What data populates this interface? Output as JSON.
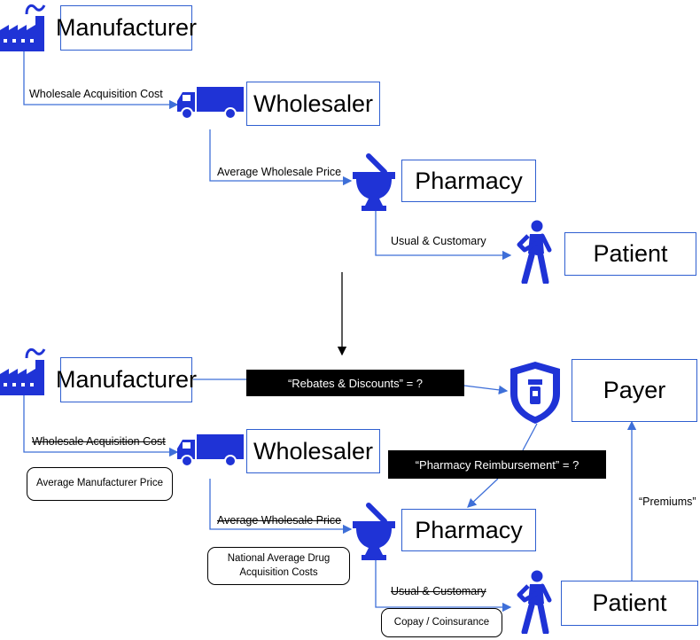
{
  "top": {
    "manufacturer": "Manufacturer",
    "wholesaler": "Wholesaler",
    "pharmacy": "Pharmacy",
    "patient": "Patient",
    "wac": "Wholesale Acquisition Cost",
    "awp": "Average Wholesale Price",
    "uc": "Usual & Customary"
  },
  "bottom": {
    "manufacturer": "Manufacturer",
    "wholesaler": "Wholesaler",
    "pharmacy": "Pharmacy",
    "patient": "Patient",
    "payer": "Payer",
    "wac": "Wholesale Acquisition Cost",
    "awp": "Average Wholesale Price",
    "uc": "Usual & Customary",
    "amp": "Average Manufacturer Price",
    "nadac_line1": "National Average Drug",
    "nadac_line2": "Acquisition Costs",
    "copay": "Copay / Coinsurance",
    "rebates": "“Rebates & Discounts” = ?",
    "reimbursement": "“Pharmacy Reimbursement” = ?",
    "premiums": "“Premiums”"
  },
  "icons": {
    "factory": "factory-icon",
    "truck": "truck-icon",
    "mortar": "mortar-pestle-icon",
    "patient": "injured-person-icon",
    "payer": "shield-pill-icon"
  },
  "colors": {
    "accent": "#1f33d6",
    "box_border": "#2f5fd0",
    "connector": "#3e6fd8"
  }
}
